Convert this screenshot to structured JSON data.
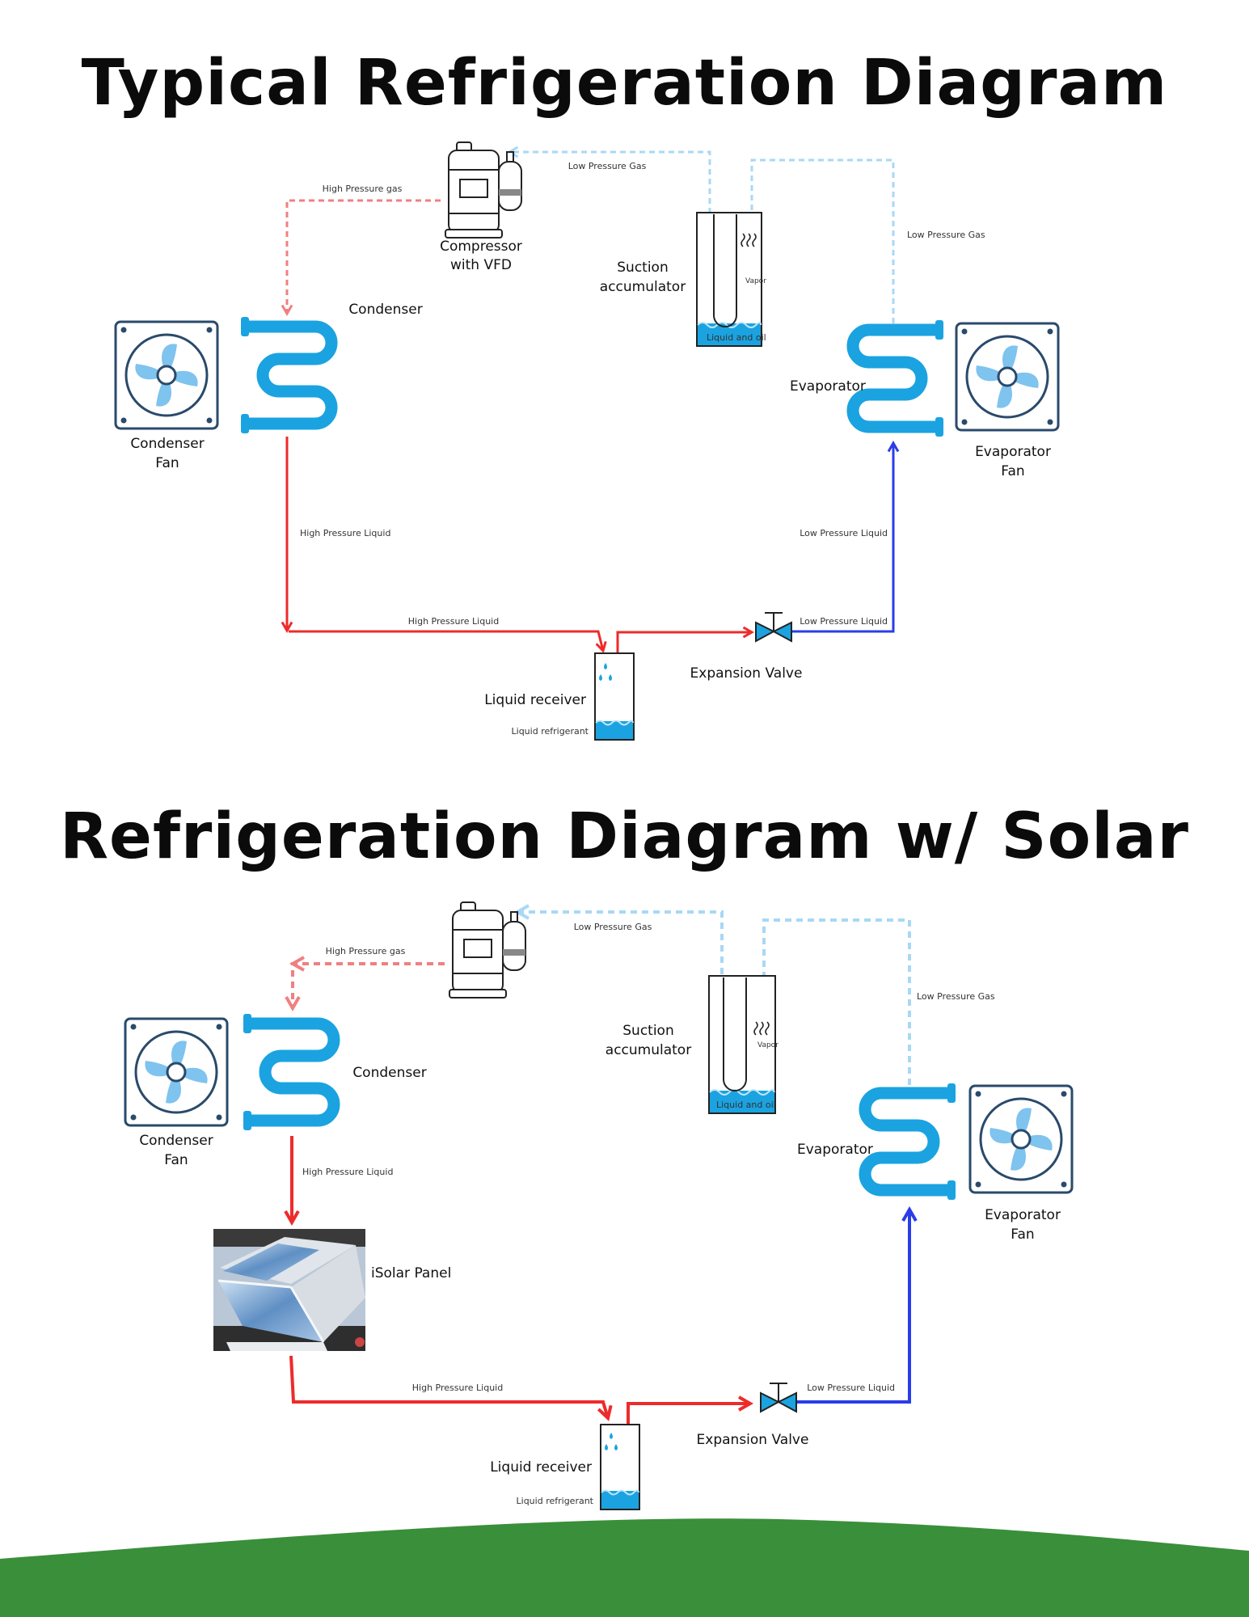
{
  "titles": {
    "top": "Typical Refrigeration Diagram",
    "bottom": "Refrigeration Diagram w/ Solar"
  },
  "diagram1": {
    "compressor": [
      "Compressor",
      "with VFD"
    ],
    "condenser": "Condenser",
    "condenser_fan": [
      "Condenser",
      "Fan"
    ],
    "suction_accumulator": [
      "Suction",
      "accumulator"
    ],
    "vapor": "Vapor",
    "liquid_and_oil": "Liquid and oil",
    "evaporator": "Evaporator",
    "evaporator_fan": [
      "Evaporator",
      "Fan"
    ],
    "liquid_receiver": "Liquid receiver",
    "liquid_refrigerant": "Liquid refrigerant",
    "expansion_valve": "Expansion Valve",
    "flows": {
      "high_pressure_gas": "High Pressure gas",
      "low_pressure_gas_top": "Low Pressure Gas",
      "low_pressure_gas_side": "Low Pressure Gas",
      "high_pressure_liquid_vertical": "High Pressure Liquid",
      "high_pressure_liquid_bottom": "High Pressure Liquid",
      "low_pressure_liquid_vertical": "Low Pressure Liquid",
      "low_pressure_liquid_bottom": "Low Pressure Liquid"
    }
  },
  "diagram2": {
    "condenser": "Condenser",
    "condenser_fan": [
      "Condenser",
      "Fan"
    ],
    "suction_accumulator": [
      "Suction",
      "accumulator"
    ],
    "vapor": "Vapor",
    "liquid_and_oil": "Liquid and oil",
    "evaporator": "Evaporator",
    "evaporator_fan": [
      "Evaporator",
      "Fan"
    ],
    "solar_panel": "iSolar Panel",
    "liquid_receiver": "Liquid receiver",
    "liquid_refrigerant": "Liquid refrigerant",
    "expansion_valve": "Expansion Valve",
    "flows": {
      "high_pressure_gas": "High Pressure gas",
      "low_pressure_gas_top": "Low Pressure Gas",
      "low_pressure_gas_side": "Low Pressure Gas",
      "high_pressure_liquid_vertical": "High Pressure Liquid",
      "high_pressure_liquid_bottom": "High Pressure Liquid",
      "low_pressure_liquid_bottom": "Low Pressure Liquid"
    }
  },
  "colors": {
    "high_pressure_liquid": "#ee2b2b",
    "high_pressure_gas": "#f08080",
    "low_pressure_gas": "#a9d8f5",
    "low_pressure_liquid": "#2a3de8",
    "coil": "#1aa3e0",
    "fan_frame": "#2a4a6b",
    "fan_blade": "#7fc3ef",
    "footer_wave": "#3a8f3a"
  }
}
